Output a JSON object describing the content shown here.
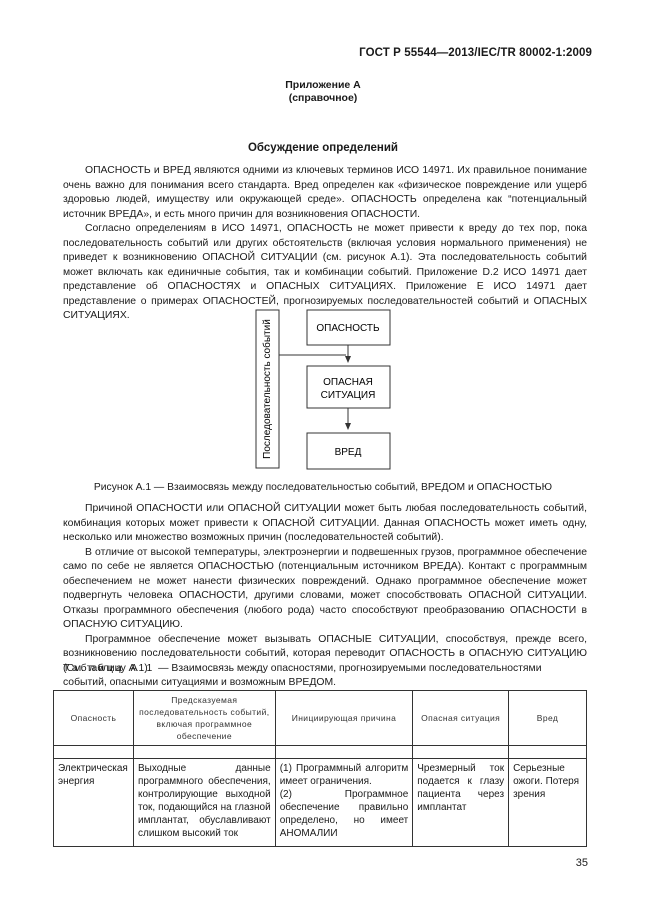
{
  "header": {
    "standard": "ГОСТ Р 55544—2013/IEC/TR 80002-1:2009"
  },
  "annex": {
    "title": "Приложение А",
    "subtitle": "(справочное)"
  },
  "section": {
    "title": "Обсуждение определений"
  },
  "para1": [
    "ОПАСНОСТЬ и ВРЕД являются одними из ключевых терминов ИСО 14971. Их правильное понимание очень важно для понимания всего стандарта. Вред определен как «физическое повреждение или ущерб здоровью людей, имуществу или окружающей среде». ОПАСНОСТЬ определена как “потенциальный источник ВРЕДА», и есть много причин для возникновения ОПАСНОСТИ.",
    "Согласно определениям в ИСО 14971, ОПАСНОСТЬ не может привести к вреду до тех пор, пока последовательность событий или других обстоятельств (включая условия нормального применения) не приведет к возникновению ОПАСНОЙ СИТУАЦИИ (см. рисунок А.1). Эта последовательность событий может включать как единичные события, так и комбинации событий. Приложение D.2 ИСО 14971 дает представление об ОПАСНОСТЯХ и ОПАСНЫХ СИТУАЦИЯХ. Приложение Е ИСО 14971 дает представление о примерах ОПАСНОСТЕЙ, прогнозируемых последовательностей событий и ОПАСНЫХ СИТУАЦИЯХ."
  ],
  "figure": {
    "sequence_label": "Последовательность событий",
    "box1": "ОПАСНОСТЬ",
    "box2_line1": "ОПАСНАЯ",
    "box2_line2": "СИТУАЦИЯ",
    "box3": "ВРЕД",
    "caption": "Рисунок А.1 — Взаимосвязь между последовательностью событий, ВРЕДОМ и ОПАСНОСТЬЮ"
  },
  "para2": [
    "Причиной ОПАСНОСТИ или ОПАСНОЙ СИТУАЦИИ может быть любая последовательность событий, комбинация которых может привести к ОПАСНОЙ СИТУАЦИИ. Данная ОПАСНОСТЬ может иметь одну, несколько или множество возможных причин (последовательностей событий).",
    "В отличие от высокой температуры, электроэнергии и подвешенных грузов, программное обеспечение само по себе не является ОПАСНОСТЬЮ (потенциальным источником ВРЕДА). Контакт с программным обеспечением не может нанести физических повреждений. Однако программное обеспечение может подвергнуть человека ОПАСНОСТИ, другими словами, может способствовать ОПАСНОЙ СИТУАЦИИ. Отказы программного обеспечения (любого рода) часто способствуют преобразованию ОПАСНОСТИ в ОПАСНУЮ СИТУАЦИЮ.",
    "Программное обеспечение может вызывать ОПАСНЫЕ СИТУАЦИИ, способствуя, прежде всего, возникновению последовательности событий, которая переводит ОПАСНОСТЬ в ОПАСНУЮ СИТУАЦИЮ (См. таблицу А.1)."
  ],
  "table": {
    "caption_prefix": "Таблица А.1",
    "caption_rest": " — Взаимосвязь между опасностями, прогнозируемыми последовательностями событий, опасными ситуациями и возможным ВРЕДОМ.",
    "headers": [
      "Опасность",
      "Предсказуемая последовательность событий, включая программное обеспечение",
      "Инициирующая причина",
      "Опасная ситуация",
      "Вред"
    ],
    "row": {
      "hazard": "Электрическая энергия",
      "sequence": "Выходные данные программного обеспечения, контролирующие выходной ток, подающийся на глазной имплантат, обуславливают слишком высокий ток",
      "cause_1": "(1) Программный алгоритм имеет ограничения.",
      "cause_2": "(2) Программное обеспечение правильно определено, но имеет АНОМАЛИИ",
      "situation": "Чрезмерный ток подается к глазу пациента через имплантат",
      "harm": "Серьезные ожоги. Потеря зрения"
    }
  },
  "page_number": "35"
}
